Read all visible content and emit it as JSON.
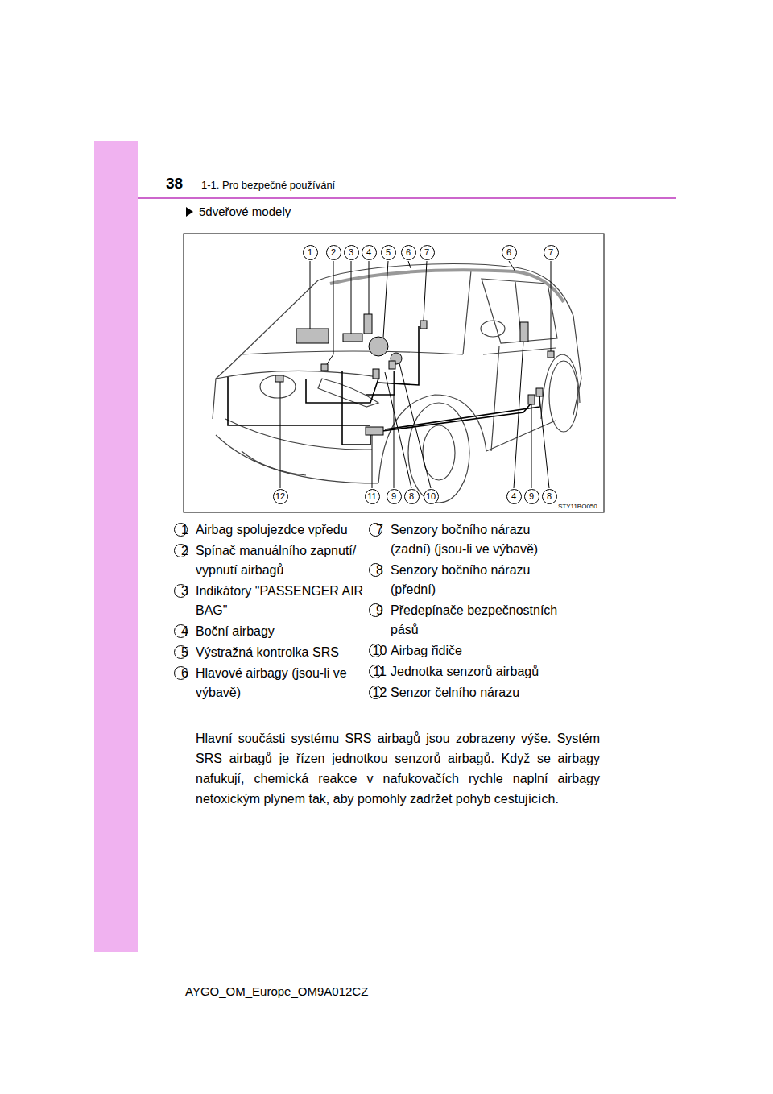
{
  "diagram": {
    "nodes": [
      {
        "text": [
          "1"
        ]
      },
      {
        "text": [
          "2"
        ]
      },
      {
        "text": [
          "3"
        ]
      },
      {
        "text": [
          "4"
        ]
      },
      {
        "text": [
          "5"
        ]
      },
      {
        "text": [
          "6"
        ]
      },
      {
        "text": [
          "7"
        ]
      },
      {
        "text": [
          "6"
        ]
      },
      {
        "text": [
          "7"
        ]
      },
      {
        "text": [
          "12"
        ]
      },
      {
        "text": [
          "11"
        ]
      },
      {
        "text": [
          "9"
        ]
      },
      {
        "text": [
          "8"
        ]
      },
      {
        "text": [
          "10"
        ]
      },
      {
        "text": [
          "4"
        ]
      },
      {
        "text": [
          "9"
        ]
      },
      {
        "text": [
          "8"
        ]
      },
      {
        "text": [
          "1"
        ]
      },
      {
        "text": [
          "2"
        ]
      },
      {
        "text": [
          "3"
        ]
      },
      {
        "text": [
          "4"
        ]
      },
      {
        "text": [
          "5"
        ]
      },
      {
        "text": [
          "6"
        ]
      },
      {
        "text": [
          "7"
        ]
      },
      {
        "text": [
          "8"
        ]
      },
      {
        "text": [
          "9"
        ]
      },
      {
        "text": [
          "10"
        ]
      },
      {
        "text": [
          "11"
        ]
      },
      {
        "text": [
          "12"
        ]
      }
    ],
    "labels": [
      "38",
      "1-1. Pro bezpečné používání",
      "5dveřové modely",
      "STY11BO050",
      "Airbag spolujezdce vpředu",
      "Spínač manuálního zapnutí/ vypnutí airbagů",
      "Indikátory \"PASSENGER AIR BAG\"",
      "Boční airbagy",
      "Výstražná kontrolka SRS",
      "Hlavové airbagy (jsou-li ve výbavě)",
      "Senzory bočního nárazu (zadní) (jsou-li ve výbavě)",
      "Senzory bočního nárazu (přední)",
      "Předepínače bezpečnostních pásů",
      "Airbag řidiče",
      "Jednotka senzorů airbagů",
      "Senzor čelního nárazu",
      "Hlavní součásti systému SRS airbagů jsou zobrazeny výše. Systém SRS airbagů je řízen jednotkou senzorů airbagů. Když se airbagy nafukují, chemická reakce v nafukovačích rychle naplní airbagy netoxickým plynem tak, aby pomohly zadržet pohyb cestujících.",
      "AYGO_OM_Europe_OM9A012CZ"
    ]
  }
}
